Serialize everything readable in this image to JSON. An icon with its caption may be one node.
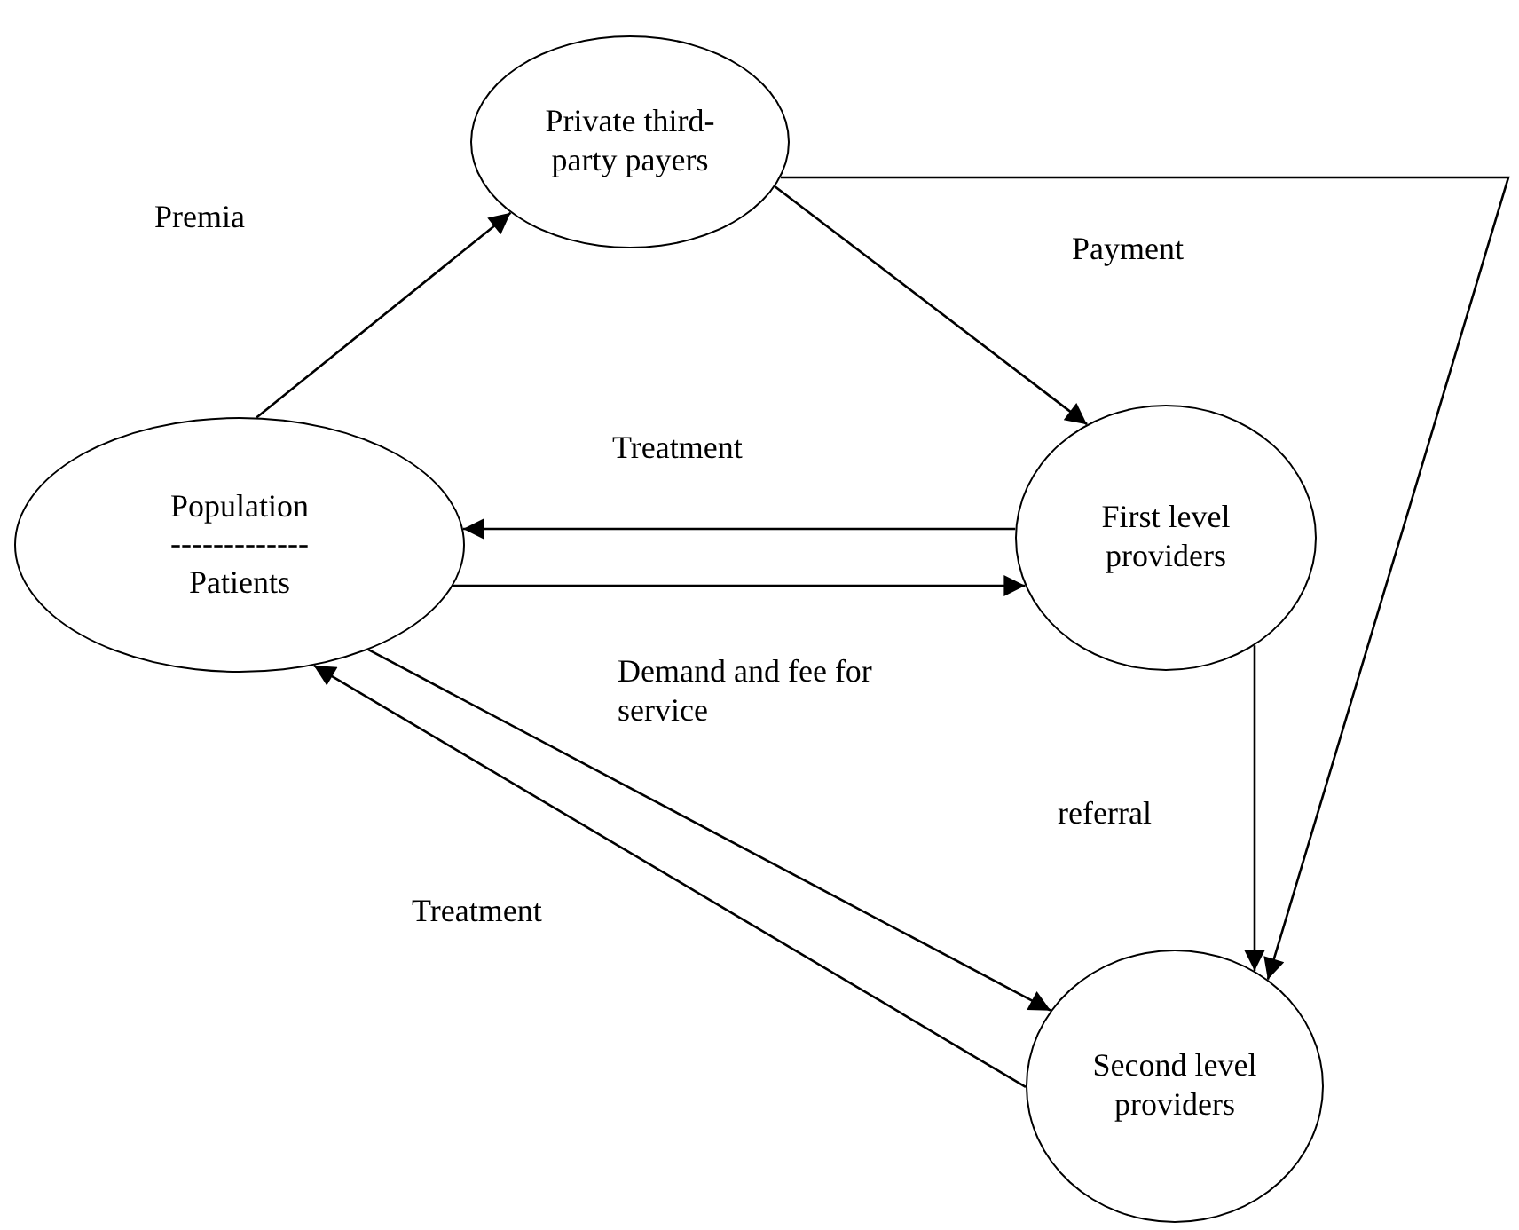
{
  "diagram": {
    "nodes": [
      {
        "text": [
          "Private third-party payers"
        ]
      },
      {
        "text": [
          "Population",
          "-------------",
          "Patients"
        ]
      },
      {
        "text": [
          "First level providers"
        ]
      },
      {
        "text": [
          "Second level providers"
        ]
      }
    ],
    "edges": [
      {
        "from": 1,
        "to": 0,
        "arrow": "to",
        "label": "Premia"
      },
      {
        "from": 0,
        "to": 2,
        "arrow": "to",
        "label": "Payment"
      },
      {
        "from": 0,
        "to": 3,
        "arrow": "to"
      },
      {
        "from": 2,
        "to": 1,
        "arrow": "to",
        "label": "Treatment"
      },
      {
        "from": 1,
        "to": 2,
        "arrow": "to",
        "label": "Demand and fee for service"
      },
      {
        "from": 2,
        "to": 3,
        "arrow": "to",
        "label": "referral"
      },
      {
        "from": 1,
        "to": 3,
        "arrow": "to"
      },
      {
        "from": 3,
        "to": 1,
        "arrow": "to",
        "label": "Treatment"
      }
    ]
  }
}
